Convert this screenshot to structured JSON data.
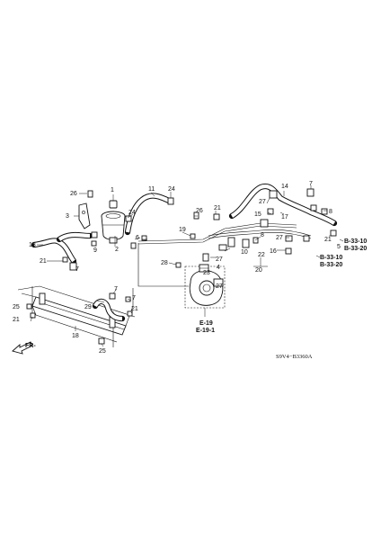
{
  "parts": {
    "p1": "1",
    "p2": "2",
    "p3": "3",
    "p4": "4",
    "p5": "5",
    "p6": "6",
    "p7a": "7",
    "p7b": "7",
    "p7c": "7",
    "p8a": "8",
    "p8b": "8",
    "p9": "9",
    "p10": "10",
    "p11": "11",
    "p13": "13",
    "p14": "14",
    "p15": "15",
    "p16": "16",
    "p17": "17",
    "p18": "18",
    "p19": "19",
    "p20": "20",
    "p21a": "21",
    "p21b": "21",
    "p21c": "21",
    "p21d": "21",
    "p21e": "21",
    "p22": "22",
    "p23": "23",
    "p24": "24",
    "p24b": "24",
    "p25a": "25",
    "p25b": "25",
    "p26a": "26",
    "p26b": "26",
    "p27a": "27",
    "p27b": "27",
    "p27c": "27",
    "p27d": "27",
    "p28": "28",
    "p29": "29"
  },
  "refs": {
    "pump_ref1": "E-19",
    "pump_ref2": "E-19-1",
    "line_ref_a1": "B-33-10",
    "line_ref_a2": "B-33-20",
    "line_ref_b1": "B-33-10",
    "line_ref_b2": "B-33-20"
  },
  "front_marker": "FR-",
  "diagram_code": "S9V4−B3360A"
}
